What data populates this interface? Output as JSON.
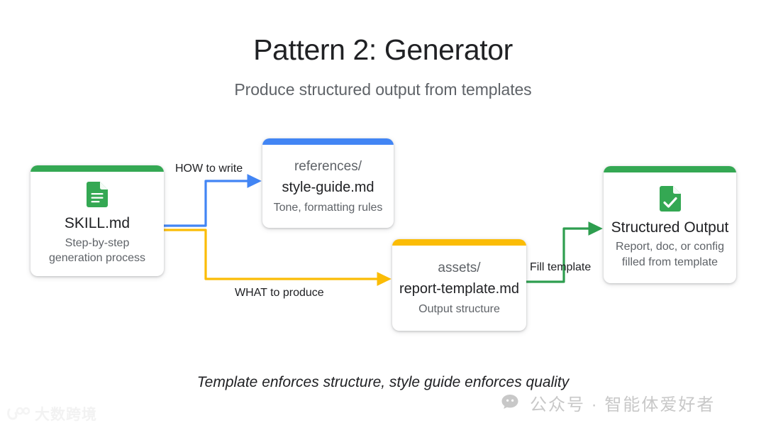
{
  "header": {
    "title": "Pattern 2: Generator",
    "subtitle": "Produce structured output from templates"
  },
  "colors": {
    "green": "#34A853",
    "blue": "#4285F4",
    "yellow": "#FBBC05",
    "text_primary": "#202124",
    "text_secondary": "#5f6368",
    "background": "#ffffff"
  },
  "cards": {
    "skill": {
      "accent": "#34A853",
      "icon": "document-lines-icon",
      "title": "SKILL.md",
      "subtitle_line1": "Step-by-step",
      "subtitle_line2": "generation process"
    },
    "references": {
      "accent": "#4285F4",
      "path": "references/",
      "file": "style-guide.md",
      "subtitle": "Tone, formatting rules"
    },
    "assets": {
      "accent": "#FBBC05",
      "path": "assets/",
      "file": "report-template.md",
      "subtitle": "Output structure"
    },
    "output": {
      "accent": "#34A853",
      "icon": "document-check-icon",
      "title": "Structured Output",
      "subtitle_line1": "Report, doc, or config",
      "subtitle_line2": "filled from template"
    }
  },
  "edges": [
    {
      "id": "how",
      "label": "HOW to write",
      "color": "#4285F4",
      "from": "skill",
      "to": "references"
    },
    {
      "id": "what",
      "label": "WHAT to produce",
      "color": "#FBBC05",
      "from": "skill",
      "to": "assets"
    },
    {
      "id": "fill",
      "label": "Fill template",
      "color": "#34A853",
      "from": "assets",
      "to": "output"
    }
  ],
  "caption": "Template enforces structure, style guide enforces quality",
  "watermarks": {
    "left": {
      "text": "大数跨境",
      "icon": "brand-logo-icon"
    },
    "right": {
      "text": "公众号 · 智能体爱好者",
      "icon": "wechat-bubble-icon"
    }
  }
}
